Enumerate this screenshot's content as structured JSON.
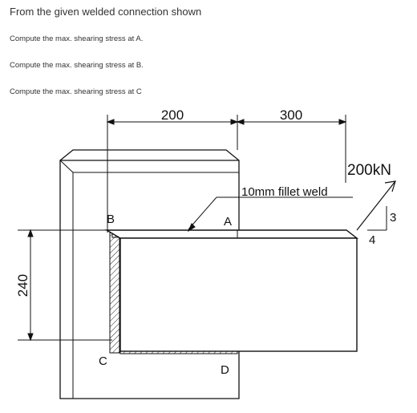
{
  "problem": {
    "title": "From the given welded connection shown",
    "questions": [
      "Compute the max. shearing stress at A.",
      "Compute the max. shearing stress at B.",
      "Compute the max. shearing stress at C"
    ]
  },
  "diagram": {
    "dim_top_left": "200",
    "dim_top_right": "300",
    "dim_left": "240",
    "load": "200kN",
    "weld_note": "10mm fillet weld",
    "slope_vertical": "3",
    "slope_horizontal": "4",
    "points": {
      "A": "A",
      "B": "B",
      "C": "C",
      "D": "D"
    }
  }
}
